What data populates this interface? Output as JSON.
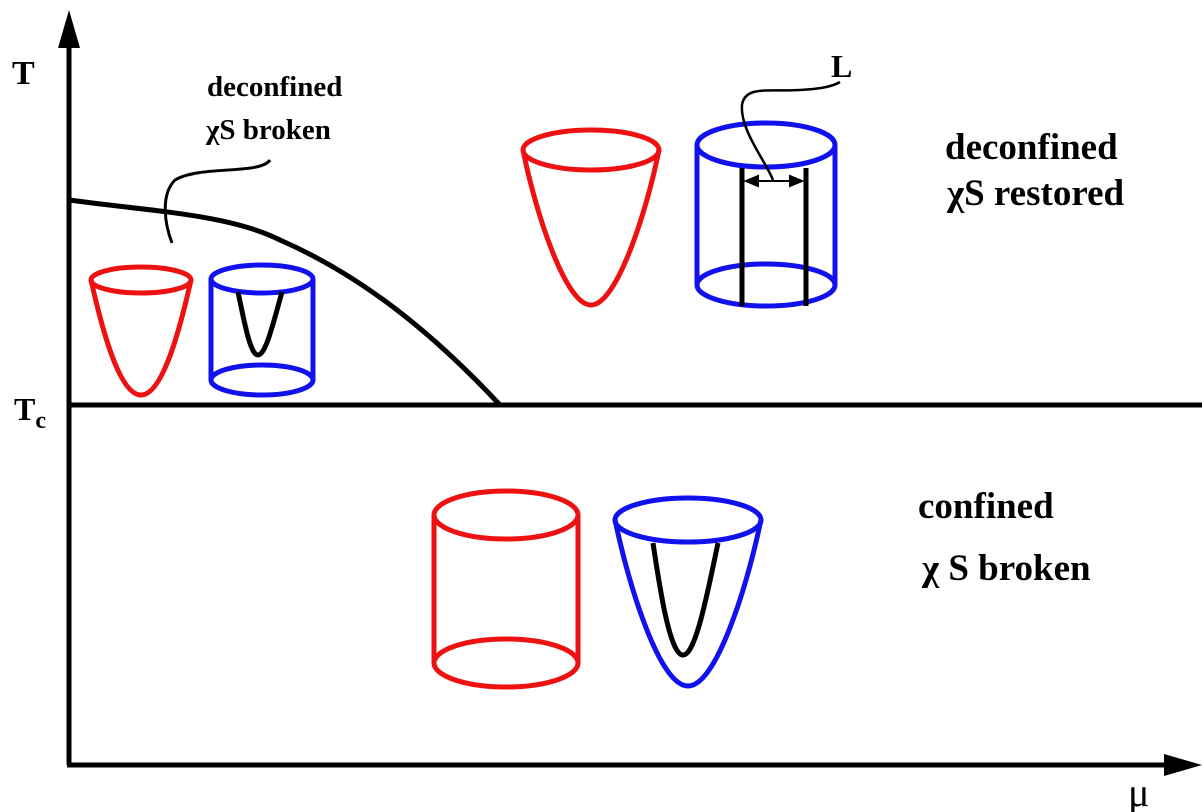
{
  "axes": {
    "y_label": "T",
    "x_label": "μ",
    "tc_main": "T",
    "tc_sub": "c"
  },
  "regions": {
    "small_upper": {
      "line1": "deconfined",
      "line2": "χS broken"
    },
    "upper_right": {
      "line1": "deconfined",
      "line2": "χS restored"
    },
    "lower_right": {
      "line1": "confined",
      "line2": "χ S broken"
    }
  },
  "annotation": {
    "width_label": "L"
  },
  "colors": {
    "red": "#ee1111",
    "blue": "#1111ee",
    "black": "#000000"
  }
}
